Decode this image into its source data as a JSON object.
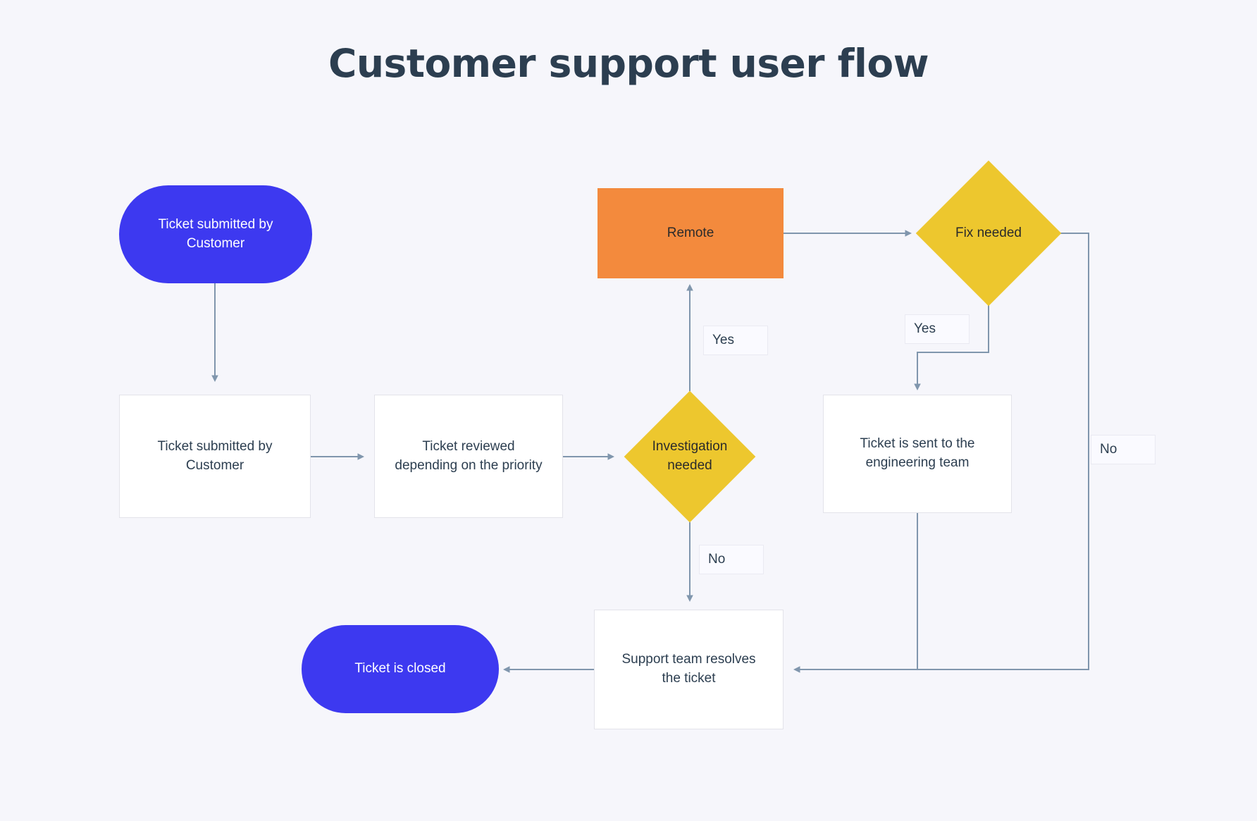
{
  "page": {
    "title": "Customer support user flow",
    "background_color": "#f6f6fb",
    "title_color": "#2c3e50"
  },
  "palette": {
    "terminator_blue": "#3d39f0",
    "decision_yellow": "#edc72e",
    "highlight_orange": "#f38a3d",
    "process_white": "#ffffff",
    "edge_gray": "#8096ad",
    "text_dark": "#2c3e50"
  },
  "nodes": {
    "start_terminator": {
      "label": "Ticket submitted by\nCustomer",
      "shape": "pill",
      "color": "#3d39f0"
    },
    "submitted_process": {
      "label": "Ticket submitted by\nCustomer",
      "shape": "rectangle",
      "color": "#ffffff"
    },
    "reviewed_process": {
      "label": "Ticket reviewed\ndepending on the priority",
      "shape": "rectangle",
      "color": "#ffffff"
    },
    "investigation_decision": {
      "label": "Investigation\nneeded",
      "shape": "diamond",
      "color": "#edc72e"
    },
    "remote_process": {
      "label": "Remote",
      "shape": "rectangle",
      "color": "#f38a3d"
    },
    "fix_decision": {
      "label": "Fix needed",
      "shape": "diamond",
      "color": "#edc72e"
    },
    "engineering_process": {
      "label": "Ticket is sent to the\nengineering team",
      "shape": "rectangle",
      "color": "#ffffff"
    },
    "resolve_process": {
      "label": "Support team resolves\nthe ticket",
      "shape": "rectangle",
      "color": "#ffffff"
    },
    "end_terminator": {
      "label": "Ticket is closed",
      "shape": "pill",
      "color": "#3d39f0"
    }
  },
  "edge_labels": {
    "investigation_yes": "Yes",
    "investigation_no": "No",
    "fix_yes": "Yes",
    "fix_no": "No"
  }
}
